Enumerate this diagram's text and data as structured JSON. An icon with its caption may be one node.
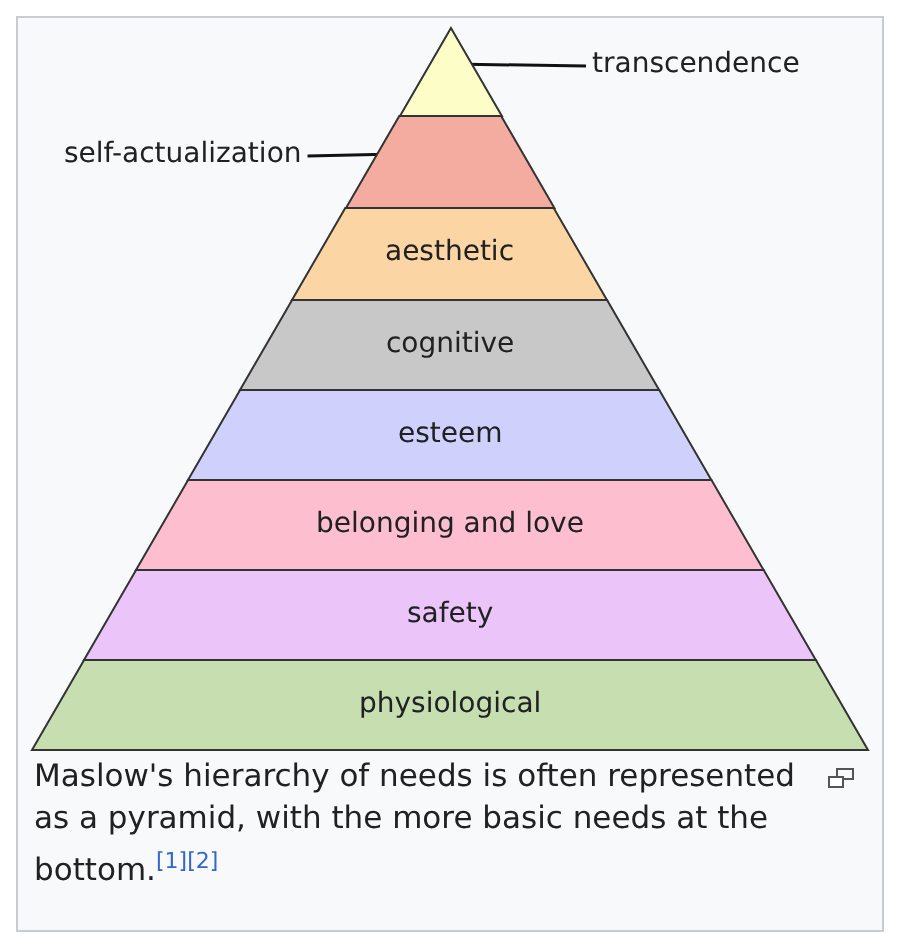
{
  "diagram": {
    "caption": "Maslow's hierarchy of needs is often represented as a pyramid, with the more basic needs at the bottom.$^{[1][2]}$",
    "nodes": [
      {
        "text": [
          "transcendence"
        ]
      },
      {
        "text": [],
        "shape": "triangle"
      },
      {
        "text": [
          "self-actualization"
        ]
      },
      {
        "text": [],
        "shape": "bar"
      },
      {
        "text": [
          "aesthetic"
        ]
      },
      {
        "text": [
          "cognitive"
        ]
      },
      {
        "text": [
          "esteem"
        ]
      },
      {
        "text": [
          "belonging and love"
        ]
      },
      {
        "text": [
          "safety"
        ]
      },
      {
        "text": [
          "physiological"
        ]
      }
    ],
    "edges": [
      {
        "from": 0,
        "to": 1,
        "arrow": "none"
      },
      {
        "from": 2,
        "to": 3,
        "arrow": "none"
      }
    ]
  }
}
